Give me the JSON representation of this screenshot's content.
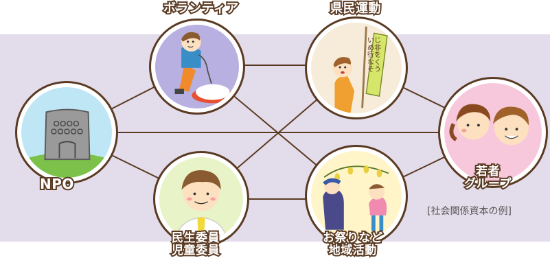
{
  "nodes": {
    "volunteer": {
      "label": "ボランティア"
    },
    "campaign": {
      "label": "県民運動",
      "banner_text": "いじめ非行をなくそう"
    },
    "npo": {
      "label": "NPO"
    },
    "youth": {
      "label_line1": "若者",
      "label_line2": "グループ"
    },
    "welfare": {
      "label_line1": "民生委員",
      "label_line2": "児童委員"
    },
    "festival": {
      "label_line1": "お祭りなど",
      "label_line2": "地域活動"
    }
  },
  "caption": "[社会関係資本の例]",
  "colors": {
    "band": "#e3dcea",
    "line": "#5a3a22",
    "label_outline": "#5a3a22",
    "label_fill": "#ffffff"
  }
}
